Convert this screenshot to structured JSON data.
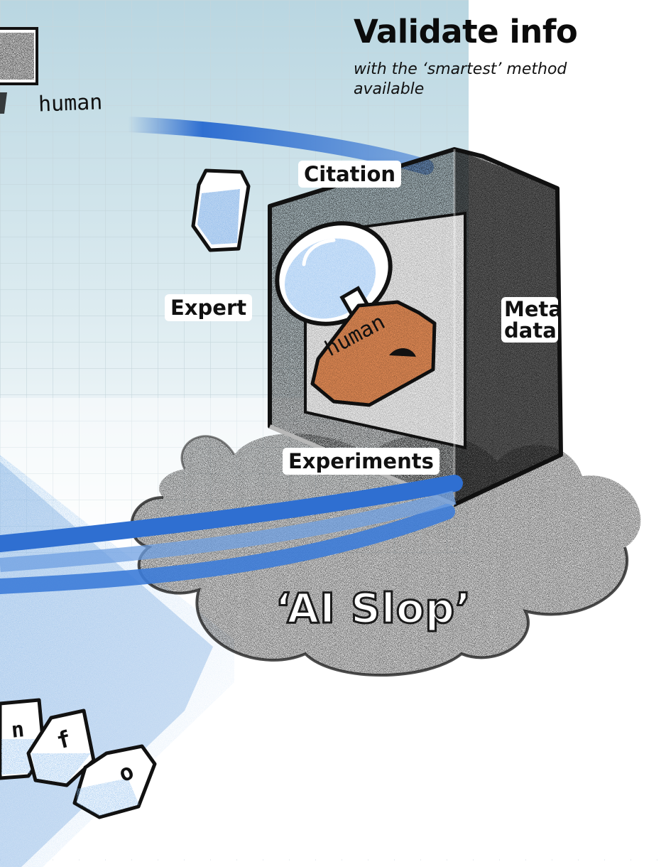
{
  "heading": {
    "title": "Validate info",
    "subtitle": "with the ‘smartest’ method available"
  },
  "labels": {
    "citation": "Citation",
    "expert": "Expert",
    "metadata": "Meta data",
    "experiments": "Experiments",
    "slop": "‘AI Slop’"
  },
  "handwriting": {
    "human_top": "human",
    "human_tag": "human",
    "letter_n": "n",
    "letter_f": "f",
    "letter_o": "o"
  },
  "colors": {
    "grid_background": "#cfe3ea",
    "orbit_blue": "#2f6fd1",
    "badge_orange": "#f0935a",
    "gem_blue": "#3a7bd6"
  }
}
